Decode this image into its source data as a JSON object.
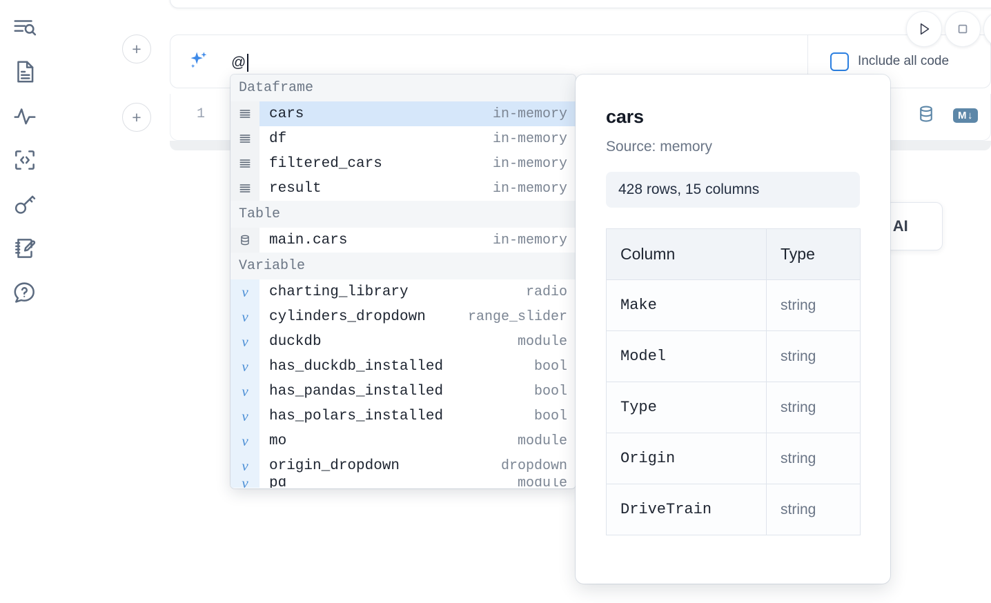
{
  "sidebar": {
    "items": [
      {
        "name": "outline-search-icon",
        "label": "Explore"
      },
      {
        "name": "document-icon",
        "label": "Notebook"
      },
      {
        "name": "activity-icon",
        "label": "Activity"
      },
      {
        "name": "code-brackets-icon",
        "label": "Snippets"
      },
      {
        "name": "key-icon",
        "label": "Secrets"
      },
      {
        "name": "scratchpad-edit-icon",
        "label": "Scratchpad"
      },
      {
        "name": "help-chat-icon",
        "label": "Help"
      }
    ]
  },
  "toolbar": {
    "run_label": "Run",
    "stop_label": "Stop",
    "more_label": "More"
  },
  "ai_prompt": {
    "add_button_label": "+",
    "icon": "sparkle-icon",
    "value": "@",
    "include_all_code_label": "Include all code",
    "include_all_code_checked": false
  },
  "cell": {
    "add_button_label": "+",
    "line_number": "1",
    "database_icon": "database-icon",
    "markdown_badge": "M",
    "markdown_arrow": "↓"
  },
  "ai_card": {
    "text": "h AI"
  },
  "autocomplete": {
    "groups": [
      {
        "label": "Dataframe",
        "icon": "dataframe-icon",
        "items": [
          {
            "name": "cars",
            "type": "in-memory",
            "selected": true
          },
          {
            "name": "df",
            "type": "in-memory",
            "selected": false
          },
          {
            "name": "filtered_cars",
            "type": "in-memory",
            "selected": false
          },
          {
            "name": "result",
            "type": "in-memory",
            "selected": false
          }
        ]
      },
      {
        "label": "Table",
        "icon": "table-icon",
        "items": [
          {
            "name": "main.cars",
            "type": "in-memory",
            "selected": false
          }
        ]
      },
      {
        "label": "Variable",
        "icon": "variable-icon",
        "items": [
          {
            "name": "charting_library",
            "type": "radio",
            "selected": false
          },
          {
            "name": "cylinders_dropdown",
            "type": "range_slider",
            "selected": false
          },
          {
            "name": "duckdb",
            "type": "module",
            "selected": false
          },
          {
            "name": "has_duckdb_installed",
            "type": "bool",
            "selected": false
          },
          {
            "name": "has_pandas_installed",
            "type": "bool",
            "selected": false
          },
          {
            "name": "has_polars_installed",
            "type": "bool",
            "selected": false
          },
          {
            "name": "mo",
            "type": "module",
            "selected": false
          },
          {
            "name": "origin_dropdown",
            "type": "dropdown",
            "selected": false
          },
          {
            "name": "pd",
            "type": "module",
            "selected": false
          }
        ]
      }
    ]
  },
  "preview": {
    "title": "cars",
    "source": "Source: memory",
    "shape": "428 rows, 15 columns",
    "table": {
      "headers": [
        "Column",
        "Type"
      ],
      "rows": [
        [
          "Make",
          "string"
        ],
        [
          "Model",
          "string"
        ],
        [
          "Type",
          "string"
        ],
        [
          "Origin",
          "string"
        ],
        [
          "DriveTrain",
          "string"
        ]
      ]
    }
  },
  "colors": {
    "accent_blue": "#2b7fe0",
    "sparkle_blue": "#3f8ae8",
    "selected_row": "#d6e7fa",
    "variable_gutter": "#e8f2fc",
    "icon_gutter": "#f1f3f5",
    "md_badge": "#5d87a8",
    "text_primary": "#1d2430",
    "text_muted": "#7b8593"
  }
}
